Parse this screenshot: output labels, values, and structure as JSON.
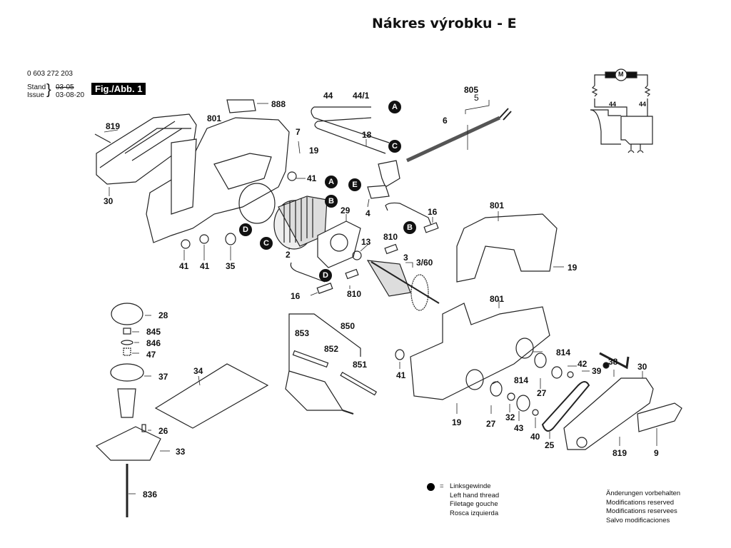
{
  "title": "Nákres výrobku - E",
  "header": {
    "doc_number": "0 603 272 203",
    "stand_label": "Stand",
    "issue_label": "Issue",
    "stand_date_struck": "03-05",
    "issue_date": "03-08-20",
    "figure_label": "Fig./Abb. 1"
  },
  "callouts": [
    "A",
    "B",
    "C",
    "D",
    "E"
  ],
  "parts": [
    {
      "id": "888",
      "label": "888"
    },
    {
      "id": "819a",
      "label": "819"
    },
    {
      "id": "801a",
      "label": "801"
    },
    {
      "id": "30a",
      "label": "30"
    },
    {
      "id": "7",
      "label": "7"
    },
    {
      "id": "19a",
      "label": "19"
    },
    {
      "id": "41a",
      "label": "41"
    },
    {
      "id": "41b",
      "label": "41"
    },
    {
      "id": "41c",
      "label": "41"
    },
    {
      "id": "35",
      "label": "35"
    },
    {
      "id": "2",
      "label": "2"
    },
    {
      "id": "29",
      "label": "29"
    },
    {
      "id": "44",
      "label": "44"
    },
    {
      "id": "44_1",
      "label": "44/1"
    },
    {
      "id": "18",
      "label": "18"
    },
    {
      "id": "4",
      "label": "4"
    },
    {
      "id": "6",
      "label": "6"
    },
    {
      "id": "805",
      "label": "805"
    },
    {
      "id": "5",
      "label": "5"
    },
    {
      "id": "16a",
      "label": "16"
    },
    {
      "id": "810a",
      "label": "810"
    },
    {
      "id": "13",
      "label": "13"
    },
    {
      "id": "3",
      "label": "3"
    },
    {
      "id": "3_60",
      "label": "3/60"
    },
    {
      "id": "16b",
      "label": "16"
    },
    {
      "id": "810b",
      "label": "810"
    },
    {
      "id": "801b",
      "label": "801"
    },
    {
      "id": "19b",
      "label": "19"
    },
    {
      "id": "28",
      "label": "28"
    },
    {
      "id": "845",
      "label": "845"
    },
    {
      "id": "846",
      "label": "846"
    },
    {
      "id": "47",
      "label": "47"
    },
    {
      "id": "37",
      "label": "37"
    },
    {
      "id": "26",
      "label": "26"
    },
    {
      "id": "33",
      "label": "33"
    },
    {
      "id": "836",
      "label": "836"
    },
    {
      "id": "34",
      "label": "34"
    },
    {
      "id": "850",
      "label": "850"
    },
    {
      "id": "853",
      "label": "853"
    },
    {
      "id": "852",
      "label": "852"
    },
    {
      "id": "851",
      "label": "851"
    },
    {
      "id": "801c",
      "label": "801"
    },
    {
      "id": "41d",
      "label": "41"
    },
    {
      "id": "814a",
      "label": "814"
    },
    {
      "id": "814b",
      "label": "814"
    },
    {
      "id": "42",
      "label": "42"
    },
    {
      "id": "39",
      "label": "39"
    },
    {
      "id": "27a",
      "label": "27"
    },
    {
      "id": "27b",
      "label": "27"
    },
    {
      "id": "19c",
      "label": "19"
    },
    {
      "id": "32",
      "label": "32"
    },
    {
      "id": "43",
      "label": "43"
    },
    {
      "id": "40",
      "label": "40"
    },
    {
      "id": "25",
      "label": "25"
    },
    {
      "id": "38",
      "label": "38"
    },
    {
      "id": "30b",
      "label": "30"
    },
    {
      "id": "819b",
      "label": "819"
    },
    {
      "id": "9",
      "label": "9"
    }
  ],
  "schematic": {
    "motor_label": "M",
    "wire_labels": [
      "44",
      "44"
    ]
  },
  "legend": {
    "symbol_eq": "=",
    "left_thread": [
      "Linksgewinde",
      "Left hand thread",
      "Filetage gouche",
      "Rosca izquierda"
    ],
    "modifications": [
      "Änderungen vorbehalten",
      "Modifications reserved",
      "Modifications reservees",
      "Salvo modificaciones"
    ]
  }
}
